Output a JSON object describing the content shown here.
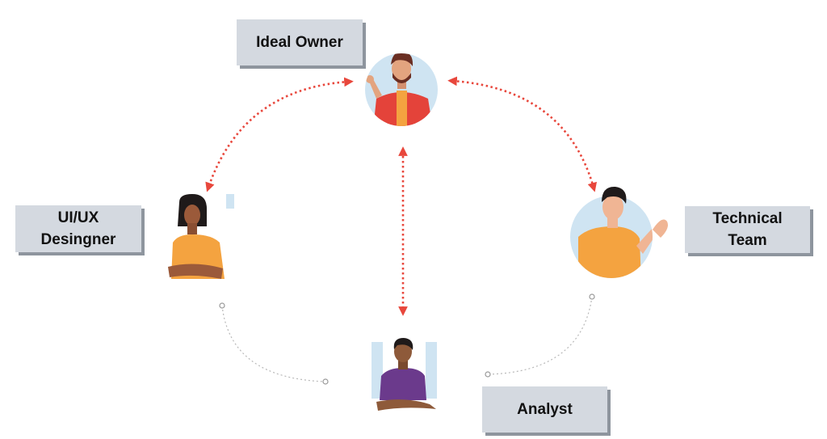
{
  "roles": {
    "ideal_owner": "Ideal Owner",
    "uiux_designer_line1": "UI/UX",
    "uiux_designer_line2": "Desingner",
    "technical_team_line1": "Technical",
    "technical_team_line2": "Team",
    "analyst": "Analyst"
  },
  "colors": {
    "arrow": "#e8473c",
    "label_bg": "#d4d9e0",
    "label_shadow": "#8e959e",
    "avatar_bg": "#cfe4f2",
    "dotted_line": "#b8b8b8"
  },
  "icons": {
    "owner": "bearded-man-waving-icon",
    "designer": "woman-arms-crossed-icon",
    "tech": "man-waving-icon",
    "analyst": "man-arms-crossed-icon"
  }
}
